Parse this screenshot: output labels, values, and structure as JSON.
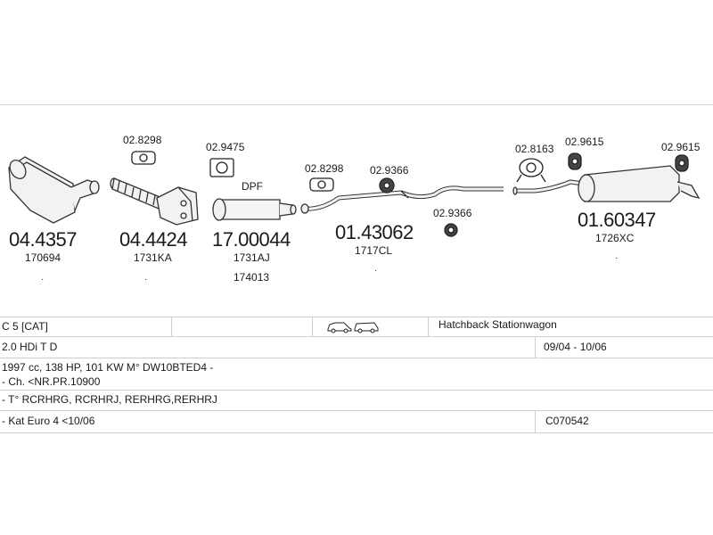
{
  "parts": [
    {
      "number": "04.4357",
      "ref": "170694"
    },
    {
      "number": "04.4424",
      "ref": "1731KA"
    },
    {
      "number": "17.00044",
      "ref": "1731AJ",
      "ref2": "174013",
      "label": "DPF"
    },
    {
      "number": "01.43062",
      "ref": "1717CL"
    },
    {
      "number": "01.60347",
      "ref": "1726XC"
    }
  ],
  "accessories": {
    "a1": "02.8298",
    "a2": "02.9475",
    "a3": "02.8298",
    "a4": "02.9366",
    "a5": "02.9366",
    "a6": "02.8163",
    "a7": "02.9615",
    "a8": "02.9615"
  },
  "table": {
    "model": "C 5  [CAT]",
    "body_types": "Hatchback Stationwagon",
    "engine": "2.0 HDi T D",
    "years": "09/04 - 10/06",
    "specs": "1997 cc, 138 HP, 101 KW M° DW10BTED4 -",
    "chassis": "- Ch. <NR.PR.10900",
    "types": "- T° RCRHRG, RCRHRJ, RERHRG,RERHRJ",
    "kat": "- Kat Euro 4  <10/06",
    "code": "C070542"
  },
  "icons": [
    "car-hatchback-icon",
    "car-stationwagon-icon"
  ]
}
